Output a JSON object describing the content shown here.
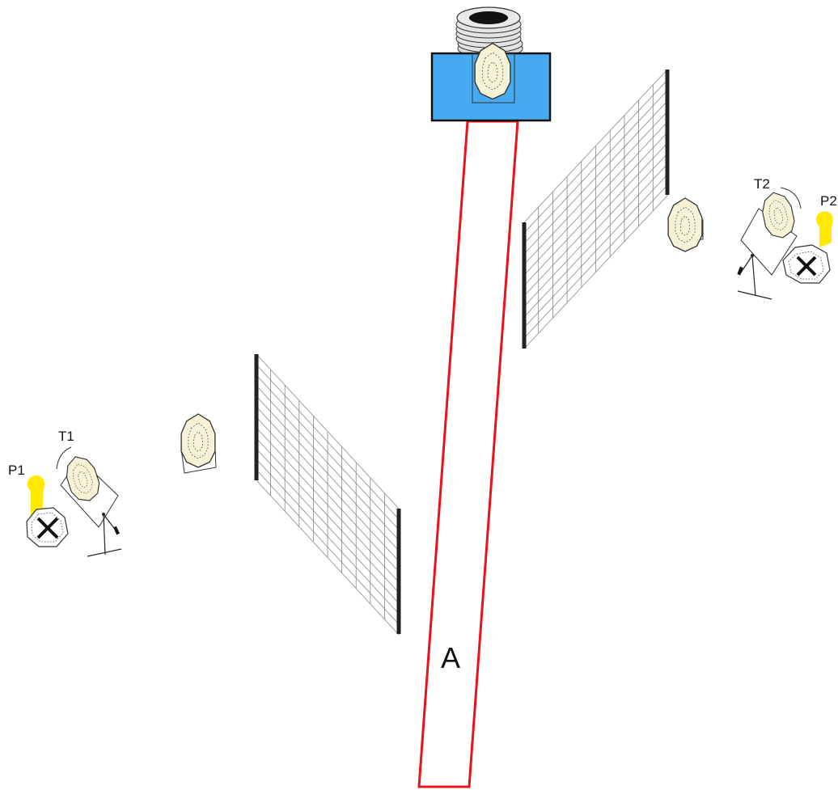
{
  "labels": {
    "t1": "T1",
    "t2": "T2",
    "p1": "P1",
    "p2": "P2",
    "area": "A"
  },
  "colors": {
    "fault_line": "#e8141b",
    "box_fill": "#45aaf0",
    "popper_yellow": "#ffea00",
    "target_fill": "#f7f2d6",
    "wall_post": "#222222"
  }
}
